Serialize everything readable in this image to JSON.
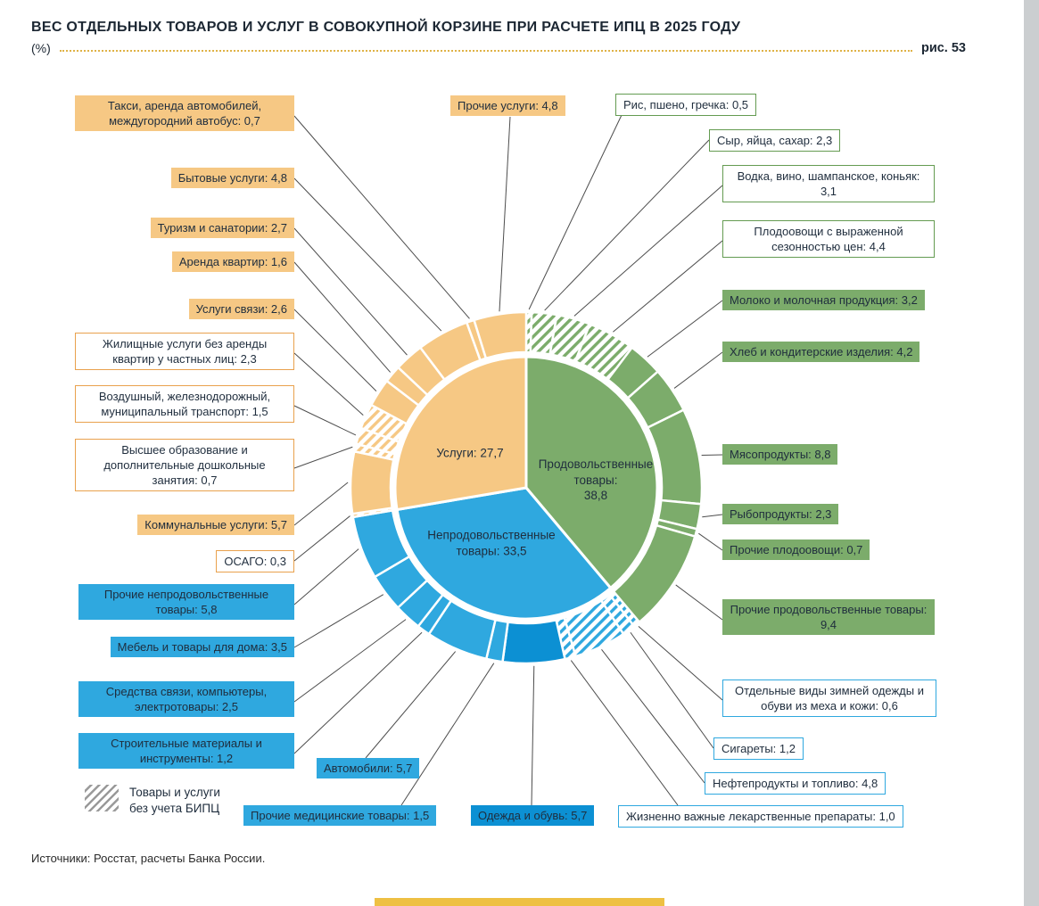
{
  "page": {
    "title": "ВЕС ОТДЕЛЬНЫХ ТОВАРОВ И УСЛУГ В СОВОКУПНОЙ КОРЗИНЕ ПРИ РАСЧЕТЕ ИПЦ В 2025 ГОДУ",
    "unit_label": "(%)",
    "figure_label": "рис. 53",
    "source_note": "Источники: Росстат, расчеты Банка России.",
    "legend": {
      "line1": "Товары и услуги",
      "line2": "без учета БИПЦ"
    }
  },
  "chart_data": {
    "type": "pie",
    "subtype": "donut-with-outer-ring",
    "units": "%",
    "title": "Вес отдельных товаров и услуг в совокупной корзине при расчете ИПЦ в 2025 году",
    "colors": {
      "orange": "#F6C884",
      "orange_border": "#E9A14D",
      "green": "#7CAC6B",
      "green_border": "#649B51",
      "blue": "#2FA8DF",
      "blue_accent": "#0C90D3",
      "leader_line": "#4d4d4d",
      "label_text": "#1F2D3D",
      "accent_gold": "#DFB246",
      "hatch_gray": "#9A9A9A"
    },
    "groups": [
      {
        "id": "food",
        "label": "Продовольственные товары",
        "value": 38.8,
        "color_key": "green",
        "center_lines": [
          "Продовольственные",
          "товары:",
          "38,8"
        ]
      },
      {
        "id": "nonfood",
        "label": "Непродовольственные товары",
        "value": 33.5,
        "color_key": "blue",
        "center_lines": [
          "Непродовольственные",
          "товары: 33,5"
        ]
      },
      {
        "id": "services",
        "label": "Услуги",
        "value": 27.7,
        "color_key": "orange",
        "center_lines": [
          "Услуги: 27,7"
        ]
      }
    ],
    "segments": [
      {
        "id": "rice",
        "group": "food",
        "label": "Рис, пшено, гречка",
        "value": 0.5,
        "hatched": true,
        "text": "Рис, пшено, гречка: 0,5"
      },
      {
        "id": "cheese-eggs-sugar",
        "group": "food",
        "label": "Сыр, яйца, сахар",
        "value": 2.3,
        "hatched": true,
        "text": "Сыр, яйца, сахар: 2,3"
      },
      {
        "id": "vodka",
        "group": "food",
        "label": "Водка, вино, шампанское, коньяк",
        "value": 3.1,
        "hatched": true,
        "text": "Водка, вино, шампанское, коньяк: 3,1"
      },
      {
        "id": "seasonal-produce",
        "group": "food",
        "label": "Плодоовощи с выраженной сезонностью цен",
        "value": 4.4,
        "hatched": true,
        "text": "Плодоовощи с выраженной сезонностью цен: 4,4"
      },
      {
        "id": "milk",
        "group": "food",
        "label": "Молоко и молочная продукция",
        "value": 3.2,
        "hatched": false,
        "text": "Молоко и молочная продукция: 3,2"
      },
      {
        "id": "bread",
        "group": "food",
        "label": "Хлеб и кондитерские изделия",
        "value": 4.2,
        "hatched": false,
        "text": "Хлеб и кондитерские изделия: 4,2"
      },
      {
        "id": "meat",
        "group": "food",
        "label": "Мясопродукты",
        "value": 8.8,
        "hatched": false,
        "text": "Мясопродукты: 8,8"
      },
      {
        "id": "fish",
        "group": "food",
        "label": "Рыбопродукты",
        "value": 2.3,
        "hatched": false,
        "text": "Рыбопродукты: 2,3"
      },
      {
        "id": "other-produce",
        "group": "food",
        "label": "Прочие плодоовощи",
        "value": 0.7,
        "hatched": false,
        "text": "Прочие плодоовощи: 0,7"
      },
      {
        "id": "other-food",
        "group": "food",
        "label": "Прочие продовольственные товары",
        "value": 9.4,
        "hatched": false,
        "text": "Прочие продовольственные товары: 9,4"
      },
      {
        "id": "winter-clothing",
        "group": "nonfood",
        "label": "Отдельные виды зимней одежды и обуви из меха и кожи",
        "value": 0.6,
        "hatched": true,
        "text": "Отдельные виды зимней одежды и обуви из меха и кожи: 0,6"
      },
      {
        "id": "cigarettes",
        "group": "nonfood",
        "label": "Сигареты",
        "value": 1.2,
        "hatched": true,
        "text": "Сигареты: 1,2"
      },
      {
        "id": "fuel",
        "group": "nonfood",
        "label": "Нефтепродукты и топливо",
        "value": 4.8,
        "hatched": true,
        "text": "Нефтепродукты и топливо: 4,8"
      },
      {
        "id": "vital-medicines",
        "group": "nonfood",
        "label": "Жизненно важные лекарственные препараты",
        "value": 1.0,
        "hatched": true,
        "text": "Жизненно важные лекарственные препараты: 1,0"
      },
      {
        "id": "clothing",
        "group": "nonfood",
        "label": "Одежда и обувь",
        "value": 5.7,
        "hatched": false,
        "accent": true,
        "text": "Одежда и обувь: 5,7"
      },
      {
        "id": "other-medical",
        "group": "nonfood",
        "label": "Прочие медицинские товары",
        "value": 1.5,
        "hatched": false,
        "text": "Прочие медицинские товары: 1,5"
      },
      {
        "id": "cars",
        "group": "nonfood",
        "label": "Автомобили",
        "value": 5.7,
        "hatched": false,
        "text": "Автомобили: 5,7"
      },
      {
        "id": "construction",
        "group": "nonfood",
        "label": "Строительные материалы и инструменты",
        "value": 1.2,
        "hatched": false,
        "text": "Строительные материалы и инструменты: 1,2"
      },
      {
        "id": "electronics",
        "group": "nonfood",
        "label": "Средства связи, компьютеры, электротовары",
        "value": 2.5,
        "hatched": false,
        "text": "Средства связи, компьютеры, электротовары: 2,5"
      },
      {
        "id": "furniture",
        "group": "nonfood",
        "label": "Мебель и товары для дома",
        "value": 3.5,
        "hatched": false,
        "text": "Мебель и товары для дома: 3,5"
      },
      {
        "id": "other-nonfood",
        "group": "nonfood",
        "label": "Прочие непродовольственные товары",
        "value": 5.8,
        "hatched": false,
        "text": "Прочие непродовольственные товары: 5,8"
      },
      {
        "id": "osago",
        "group": "services",
        "label": "ОСАГО",
        "value": 0.3,
        "hatched": true,
        "text": "ОСАГО: 0,3"
      },
      {
        "id": "utilities",
        "group": "services",
        "label": "Коммунальные услуги",
        "value": 5.7,
        "hatched": false,
        "text": "Коммунальные услуги: 5,7"
      },
      {
        "id": "higher-education",
        "group": "services",
        "label": "Высшее образование и дополнительные дошкольные занятия",
        "value": 0.7,
        "hatched": true,
        "text": "Высшее образование и дополнительные дошкольные занятия: 0,7"
      },
      {
        "id": "air-rail",
        "group": "services",
        "label": "Воздушный, железнодорожный, муниципальный транспорт",
        "value": 1.5,
        "hatched": true,
        "text": "Воздушный, железнодорожный, муниципальный транспорт: 1,5"
      },
      {
        "id": "housing-services",
        "group": "services",
        "label": "Жилищные услуги без аренды квартир у частных лиц",
        "value": 2.3,
        "hatched": true,
        "text": "Жилищные услуги без аренды квартир у частных лиц: 2,3"
      },
      {
        "id": "communication",
        "group": "services",
        "label": "Услуги связи",
        "value": 2.6,
        "hatched": false,
        "text": "Услуги связи: 2,6"
      },
      {
        "id": "rent",
        "group": "services",
        "label": "Аренда квартир",
        "value": 1.6,
        "hatched": false,
        "text": "Аренда квартир: 1,6"
      },
      {
        "id": "tourism",
        "group": "services",
        "label": "Туризм и санатории",
        "value": 2.7,
        "hatched": false,
        "text": "Туризм и санатории: 2,7"
      },
      {
        "id": "household-services",
        "group": "services",
        "label": "Бытовые услуги",
        "value": 4.8,
        "hatched": false,
        "text": "Бытовые услуги: 4,8"
      },
      {
        "id": "taxi",
        "group": "services",
        "label": "Такси, аренда автомобилей, междугородний автобус",
        "value": 0.7,
        "hatched": false,
        "text": "Такси, аренда автомобилей, междугородний автобус: 0,7"
      },
      {
        "id": "other-services",
        "group": "services",
        "label": "Прочие услуги",
        "value": 4.8,
        "hatched": false,
        "text": "Прочие услуги: 4,8"
      }
    ]
  }
}
